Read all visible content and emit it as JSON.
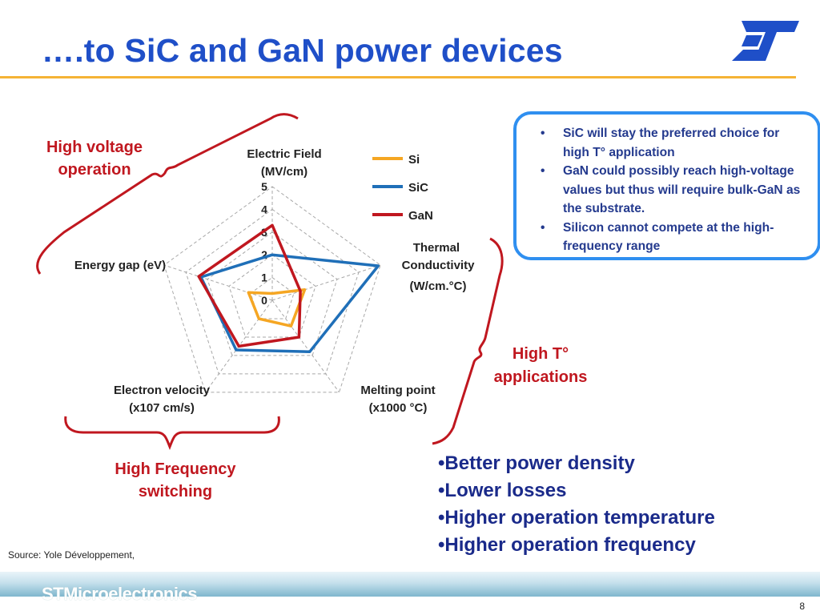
{
  "slide": {
    "title": "….to SiC and GaN power devices",
    "page_number": "8",
    "source": "Source: Yole Développement,",
    "footer_brand": "STMicroelectronics"
  },
  "annotations": {
    "high_voltage": [
      "High voltage",
      "operation"
    ],
    "high_t": [
      "High T°",
      "applications"
    ],
    "high_frequency": [
      "High Frequency",
      "switching"
    ]
  },
  "callout": {
    "items": [
      "SiC will stay the preferred choice for high T° application",
      "GaN could possibly reach high-voltage values but thus will require bulk-GaN as the substrate.",
      "Silicon cannot compete at the high-frequency range"
    ]
  },
  "benefits": [
    "•Better power density",
    "•Lower losses",
    "•Higher operation temperature",
    "•Higher operation frequency"
  ],
  "colors": {
    "title": "#1f4fc8",
    "si": "#f5a623",
    "sic": "#1f6fb8",
    "gan": "#c0171f",
    "annotation": "#c0171f",
    "callout_border": "#2f8ff0"
  },
  "chart_data": {
    "type": "radar",
    "axes": [
      {
        "name": "Electric Field",
        "unit": "(MV/cm)"
      },
      {
        "name": "Thermal Conductivity",
        "unit": "(W/cm.°C)"
      },
      {
        "name": "Melting point",
        "unit": "(x1000 °C)"
      },
      {
        "name": "Electron velocity",
        "unit": "(x107 cm/s)"
      },
      {
        "name": "Energy gap",
        "unit": "(eV)"
      }
    ],
    "rlim": [
      0,
      5
    ],
    "ticks": [
      "0",
      "1",
      "2",
      "3",
      "4",
      "5"
    ],
    "grid": true,
    "legend_position": "top-right",
    "series": [
      {
        "name": "Si",
        "values": [
          0.3,
          1.5,
          1.4,
          1.0,
          1.1
        ]
      },
      {
        "name": "SiC",
        "values": [
          2.0,
          4.9,
          2.8,
          2.7,
          3.3
        ]
      },
      {
        "name": "GaN",
        "values": [
          3.3,
          1.3,
          2.0,
          2.5,
          3.4
        ]
      }
    ]
  }
}
